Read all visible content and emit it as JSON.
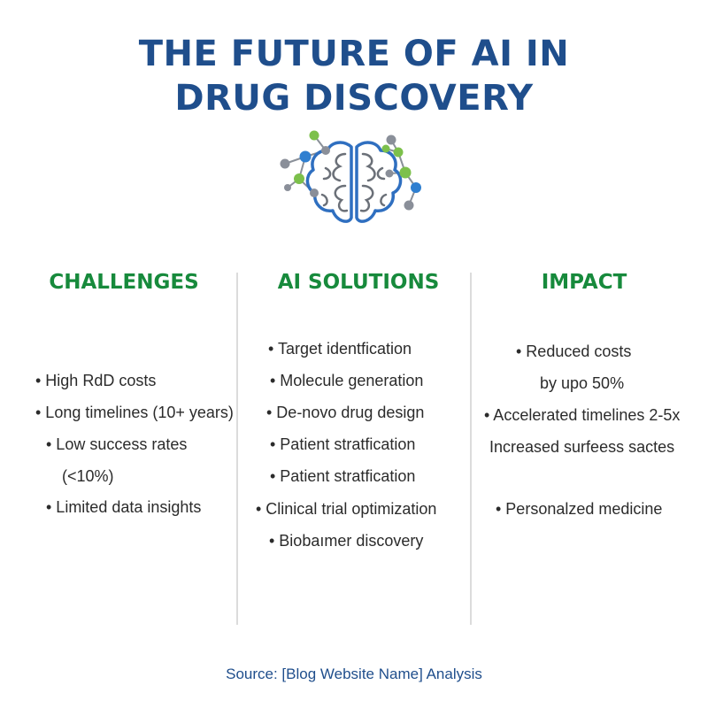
{
  "title": {
    "line1": "THE FUTURE OF AI IN",
    "line2": "DRUG DISCOVERY"
  },
  "icon": "brain-network-icon",
  "colors": {
    "title": "#1f4e8c",
    "heading": "#178a3c",
    "text": "#2b2b2b",
    "node_blue": "#2f7fd0",
    "node_green": "#7cc04b",
    "node_gray": "#8a8f99"
  },
  "columns": [
    {
      "heading": "CHALLENGES",
      "items": [
        "• High RdD costs",
        "• Long timelines (10+ years)",
        "• Low success rates",
        "(<10%)",
        "• Limited data insights"
      ]
    },
    {
      "heading": "AI SOLUTIONS",
      "items": [
        "• Target identfication",
        "• Molecule generation",
        "• De-novo drug design",
        "• Patient stratfication",
        "• Patient stratfication",
        "• Clinical trial optimization",
        "• Biobaımer discovery"
      ]
    },
    {
      "heading": "IMPACT",
      "items": [
        "• Reduced costs",
        "by upo 50%",
        "• Accelerated timelines 2-5x",
        "Increased surfeess sactes",
        "• Personalzed medicine"
      ]
    }
  ],
  "source": "Source: [Blog Website Name] Analysis"
}
